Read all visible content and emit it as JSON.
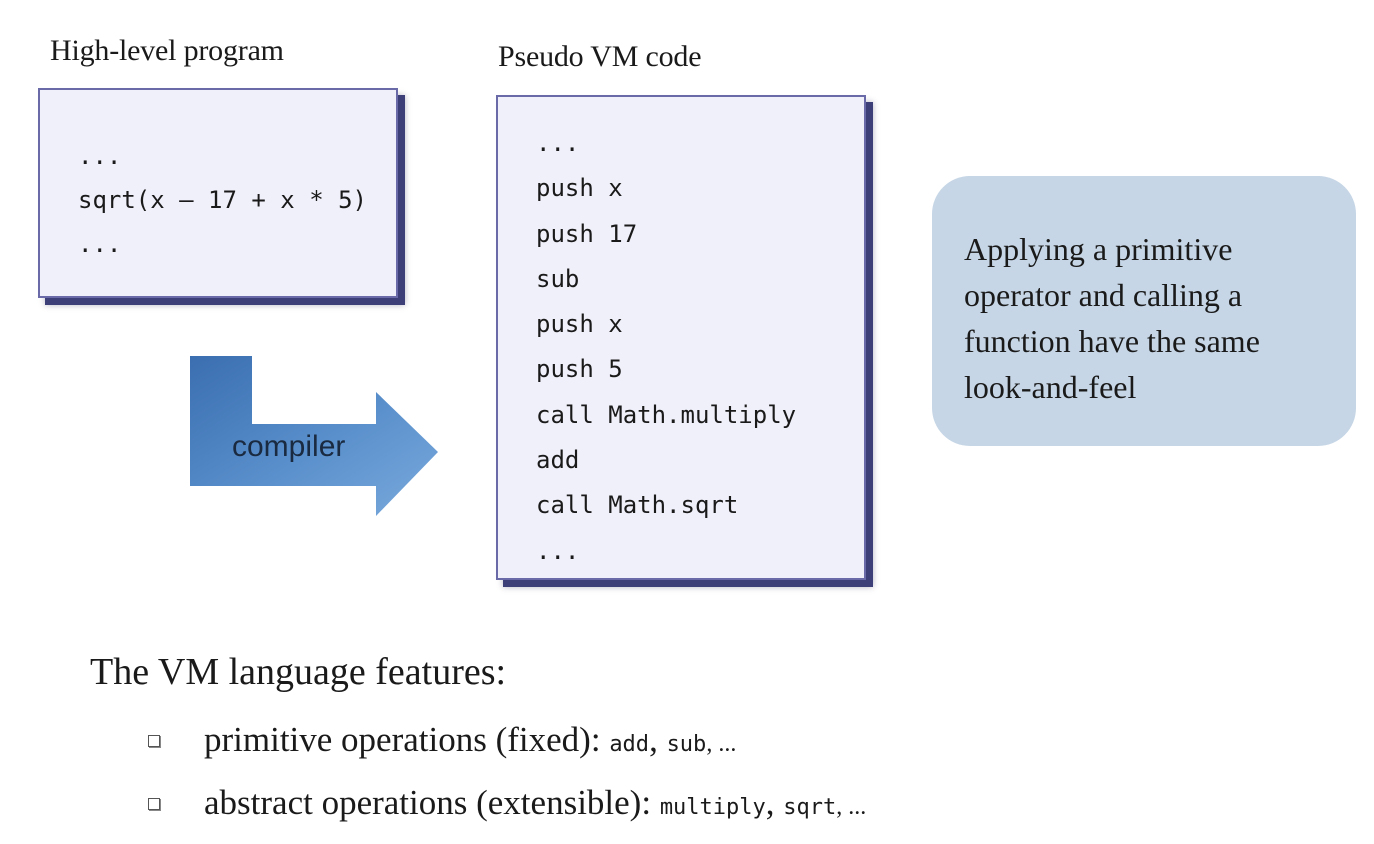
{
  "high_level": {
    "title": "High-level program",
    "lines": [
      "...",
      "sqrt(x – 17 + x * 5)",
      "..."
    ]
  },
  "vm": {
    "title": "Pseudo VM code",
    "lines": [
      "...",
      "push x",
      "push 17",
      "sub",
      "push x",
      "push 5",
      "call Math.multiply",
      "add",
      "call Math.sqrt",
      "..."
    ]
  },
  "arrow": {
    "label": "compiler",
    "color": "#4a80c0"
  },
  "callout": {
    "lines": [
      "Applying a primitive",
      "operator and calling a",
      "function have the same",
      "look-and-feel"
    ],
    "color": "#c6d6e6"
  },
  "features": {
    "heading": "The VM language features:",
    "items": [
      {
        "text": "primitive operations (fixed): ",
        "code1": "add",
        "sep1": ", ",
        "code2": "sub",
        "tail": ", ..."
      },
      {
        "text": "abstract operations (extensible): ",
        "code1": "multiply",
        "sep1": ", ",
        "code2": "sqrt",
        "tail": ", ..."
      }
    ]
  }
}
